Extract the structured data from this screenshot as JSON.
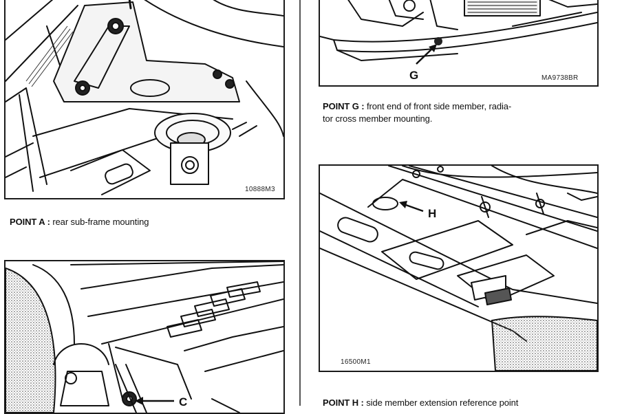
{
  "figures": [
    {
      "id": "point-a",
      "reference": "10888M3",
      "caption_lead": "POINT A :",
      "caption_text": "rear sub-frame mounting"
    },
    {
      "id": "point-c",
      "callout": "C"
    },
    {
      "id": "point-g",
      "reference": "MA9738BR",
      "callout": "G",
      "caption_lead": "POINT G :",
      "caption_line1": "front end of front side member, radia-",
      "caption_line2": "tor cross member mounting."
    },
    {
      "id": "point-h",
      "reference": "16500M1",
      "callout": "H",
      "caption_lead": "POINT H :",
      "caption_text": "side member extension reference point"
    }
  ]
}
